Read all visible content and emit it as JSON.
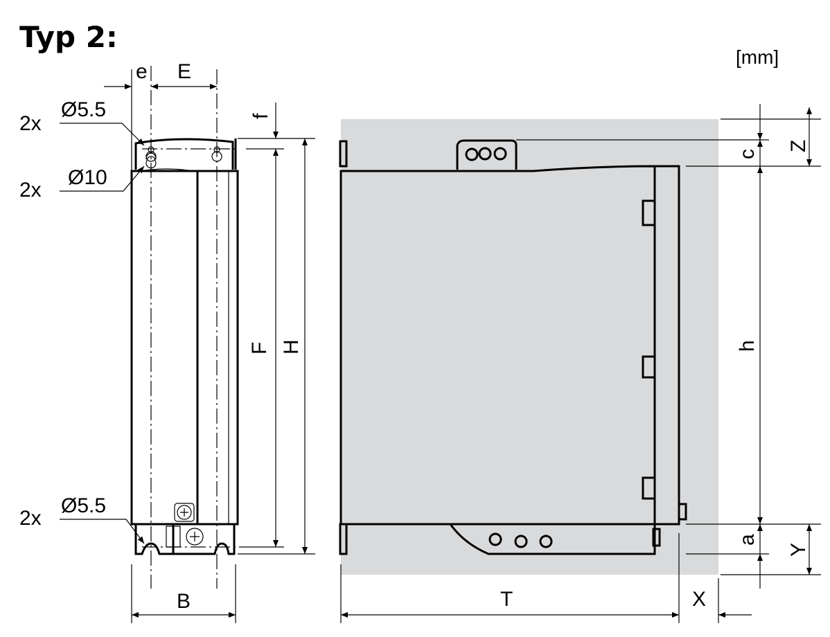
{
  "title": "Typ 2:",
  "unit": "[mm]",
  "front_view": {
    "hole_top": {
      "count": "2x",
      "size": "Ø5.5"
    },
    "hole_keyhole": {
      "count": "2x",
      "size": "Ø10"
    },
    "hole_bottom": {
      "count": "2x",
      "size": "Ø5.5"
    },
    "dims": {
      "e": "e",
      "E": "E",
      "f": "f",
      "F": "F",
      "H": "H",
      "B": "B"
    }
  },
  "side_view": {
    "dims": {
      "c": "c",
      "Z": "Z",
      "h": "h",
      "a": "a",
      "Y": "Y",
      "T": "T",
      "X": "X"
    }
  },
  "colors": {
    "clearance_zone": "#d9dadc"
  }
}
